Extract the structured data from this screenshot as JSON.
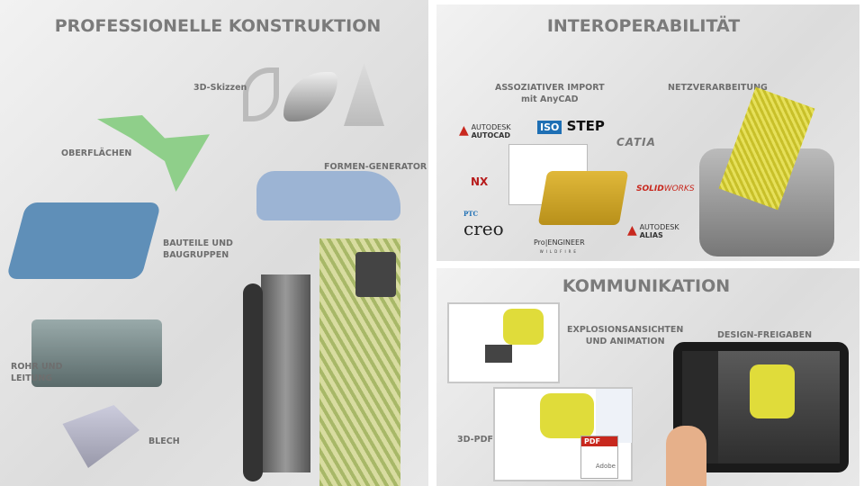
{
  "left": {
    "title": "PROFESSIONELLE KONSTRUKTION",
    "labels": {
      "sketch": "3D-Skizzen",
      "surfaces": "OBERFLÄCHEN",
      "form_gen": "FORMEN-GENERATOR",
      "parts_1": "BAUTEILE UND",
      "parts_2": "BAUGRUPPEN",
      "pipe_1": "ROHR UND",
      "pipe_2": "LEITUNG",
      "sheet": "BLECH"
    }
  },
  "interop": {
    "title": "INTEROPERABILITÄT",
    "import_1": "ASSOZIATIVER IMPORT",
    "import_2": "mit AnyCAD",
    "mesh": "NETZVERARBEITUNG",
    "logos": {
      "autocad_1": "AUTODESK",
      "autocad_2": "AUTOCAD",
      "iso": "ISO",
      "step": "STEP",
      "catia": "CATIA",
      "nx": "NX",
      "solid_1": "SOLID",
      "solid_2": "WORKS",
      "ptc": "PTC",
      "creo": "creo",
      "alias_1": "AUTODESK",
      "alias_2": "ALIAS",
      "proe": "Pro|ENGINEER",
      "wildfire": "WILDFIRE"
    }
  },
  "comm": {
    "title": "KOMMUNIKATION",
    "explode_1": "EXPLOSIONSANSICHTEN",
    "explode_2": "UND ANIMATION",
    "design": "DESIGN-FREIGABEN",
    "pdf": "3D-PDF",
    "pdf_badge": "PDF",
    "adobe": "Adobe"
  },
  "colors": {
    "title": "#7b7b7b",
    "accent_red": "#c8281e",
    "robot_yellow": "#e0dc3a"
  }
}
